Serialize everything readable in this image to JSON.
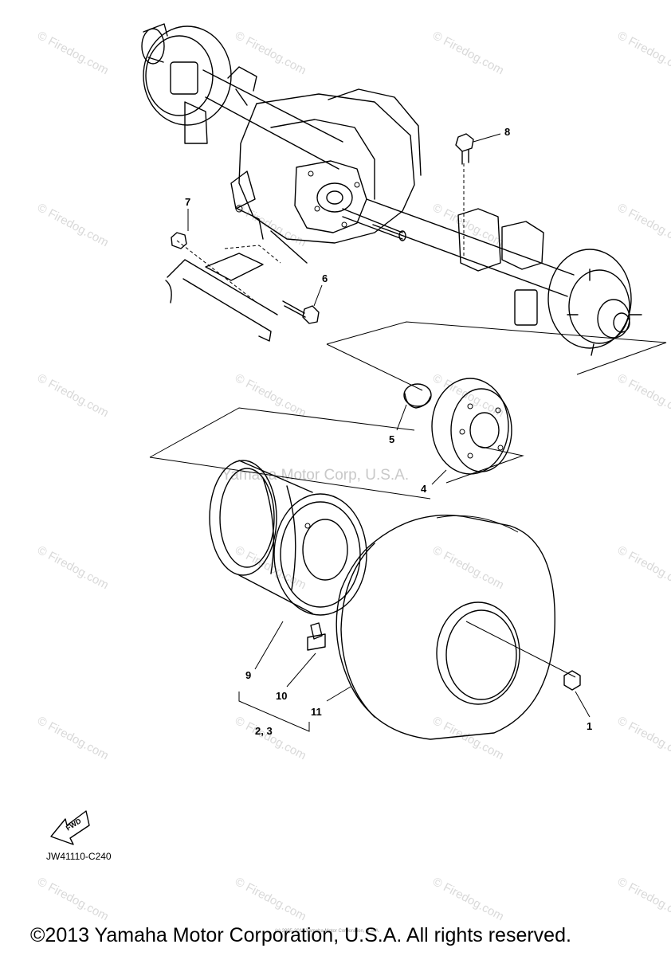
{
  "diagram": {
    "source_code": "JW41110-C240",
    "copyright": "©2013 Yamaha Motor Corporation, U.S.A. All rights reserved.",
    "stamp": "(c) 2005-2015 Yamaha Motor Corporation, U.S.A.",
    "corp_watermark": "Yamaha Motor Corp, U.S.A.",
    "fwd_label": "FWD",
    "watermark_text": "© Firedog.com",
    "callouts": {
      "c1": "1",
      "c23": "2, 3",
      "c4": "4",
      "c5": "5",
      "c6": "6",
      "c7": "7",
      "c8": "8",
      "c9": "9",
      "c10": "10",
      "c11": "11"
    }
  },
  "colors": {
    "line": "#000000",
    "watermark": "#d9d9d9",
    "background": "#ffffff"
  }
}
